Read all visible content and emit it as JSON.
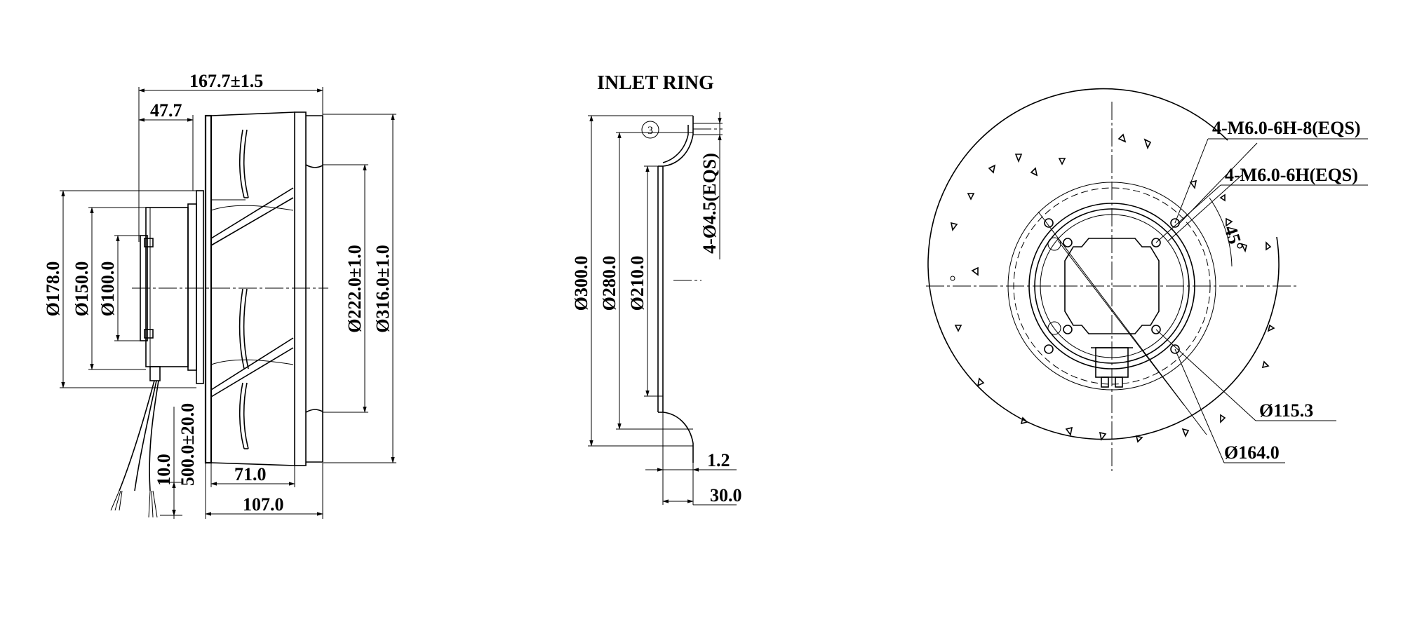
{
  "side_view": {
    "overall_width": "167.7±1.5",
    "motor_offset": "47.7",
    "dia_178": "Ø178.0",
    "dia_150": "Ø150.0",
    "dia_100": "Ø100.0",
    "dia_222": "Ø222.0±1.0",
    "dia_316": "Ø316.0±1.0",
    "impeller_depth": "71.0",
    "body_depth": "107.0",
    "lead_length": "500.0±20.0",
    "strip_length": "10.0"
  },
  "inlet_ring": {
    "title": "INLET RING",
    "item_number": "3",
    "holes": "4-Ø4.5(EQS)",
    "dia_300": "Ø300.0",
    "dia_280": "Ø280.0",
    "dia_210": "Ø210.0",
    "thickness": "1.2",
    "height": "30.0"
  },
  "front_view": {
    "thread_1": "4-M6.0-6H-8(EQS)",
    "thread_2": "4-M6.0-6H(EQS)",
    "angle": "45°",
    "pcd_small": "Ø115.3",
    "pcd_large": "Ø164.0"
  }
}
